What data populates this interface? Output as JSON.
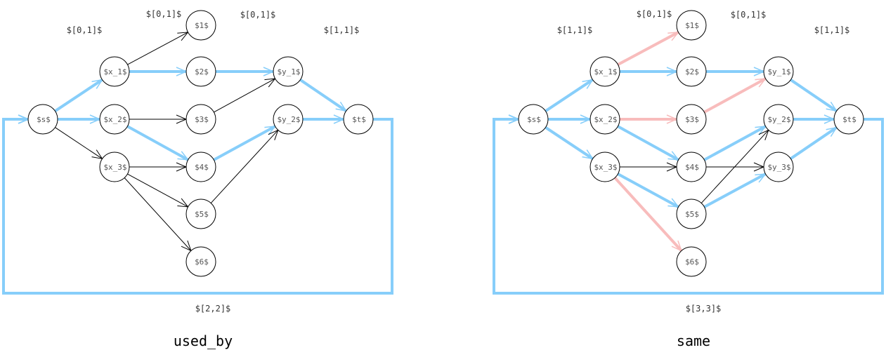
{
  "colors": {
    "flow": "#87cefa",
    "pink": "#f8bcbc",
    "plain": "#000000"
  },
  "panels": [
    {
      "caption": "used_by",
      "nodes": [
        {
          "id": "s",
          "label": "$s$"
        },
        {
          "id": "x1",
          "label": "$x_1$"
        },
        {
          "id": "x2",
          "label": "$x_2$"
        },
        {
          "id": "x3",
          "label": "$x_3$"
        },
        {
          "id": "n1",
          "label": "$1$"
        },
        {
          "id": "n2",
          "label": "$2$"
        },
        {
          "id": "n3",
          "label": "$3$"
        },
        {
          "id": "n4",
          "label": "$4$"
        },
        {
          "id": "n5",
          "label": "$5$"
        },
        {
          "id": "n6",
          "label": "$6$"
        },
        {
          "id": "y1",
          "label": "$y_1$"
        },
        {
          "id": "y2",
          "label": "$y_2$"
        },
        {
          "id": "t",
          "label": "$t$"
        }
      ],
      "edges": [
        {
          "from": "s",
          "to": "x1",
          "style": "flow"
        },
        {
          "from": "s",
          "to": "x2",
          "style": "flow"
        },
        {
          "from": "s",
          "to": "x3",
          "style": "plain"
        },
        {
          "from": "x1",
          "to": "n1",
          "style": "plain"
        },
        {
          "from": "x1",
          "to": "n2",
          "style": "flow"
        },
        {
          "from": "x2",
          "to": "n3",
          "style": "plain"
        },
        {
          "from": "x2",
          "to": "n4",
          "style": "flow"
        },
        {
          "from": "x3",
          "to": "n4",
          "style": "plain"
        },
        {
          "from": "x3",
          "to": "n5",
          "style": "plain"
        },
        {
          "from": "x3",
          "to": "n6",
          "style": "plain"
        },
        {
          "from": "n2",
          "to": "y1",
          "style": "flow"
        },
        {
          "from": "n3",
          "to": "y1",
          "style": "plain"
        },
        {
          "from": "n4",
          "to": "y2",
          "style": "flow"
        },
        {
          "from": "n5",
          "to": "y2",
          "style": "plain"
        },
        {
          "from": "y1",
          "to": "t",
          "style": "flow"
        },
        {
          "from": "y2",
          "to": "t",
          "style": "flow"
        }
      ],
      "labels": [
        {
          "id": "s_x",
          "text": "$[0,1]$"
        },
        {
          "id": "x_n",
          "text": "$[0,1]$"
        },
        {
          "id": "n_y",
          "text": "$[0,1]$"
        },
        {
          "id": "y_t",
          "text": "$[1,1]$"
        },
        {
          "id": "t_s",
          "text": "$[2,2]$"
        }
      ]
    },
    {
      "caption": "same",
      "nodes": [
        {
          "id": "s",
          "label": "$s$"
        },
        {
          "id": "x1",
          "label": "$x_1$"
        },
        {
          "id": "x2",
          "label": "$x_2$"
        },
        {
          "id": "x3",
          "label": "$x_3$"
        },
        {
          "id": "n1",
          "label": "$1$"
        },
        {
          "id": "n2",
          "label": "$2$"
        },
        {
          "id": "n3",
          "label": "$3$"
        },
        {
          "id": "n4",
          "label": "$4$"
        },
        {
          "id": "n5",
          "label": "$5$"
        },
        {
          "id": "n6",
          "label": "$6$"
        },
        {
          "id": "y1",
          "label": "$y_1$"
        },
        {
          "id": "y2",
          "label": "$y_2$"
        },
        {
          "id": "y3",
          "label": "$y_3$"
        },
        {
          "id": "t",
          "label": "$t$"
        }
      ],
      "edges": [
        {
          "from": "s",
          "to": "x1",
          "style": "flow"
        },
        {
          "from": "s",
          "to": "x2",
          "style": "flow"
        },
        {
          "from": "s",
          "to": "x3",
          "style": "flow"
        },
        {
          "from": "x1",
          "to": "n1",
          "style": "pink"
        },
        {
          "from": "x1",
          "to": "n2",
          "style": "flow"
        },
        {
          "from": "x2",
          "to": "n3",
          "style": "pink"
        },
        {
          "from": "x2",
          "to": "n4",
          "style": "flow"
        },
        {
          "from": "x3",
          "to": "n4",
          "style": "plain"
        },
        {
          "from": "x3",
          "to": "n5",
          "style": "flow"
        },
        {
          "from": "x3",
          "to": "n6",
          "style": "pink"
        },
        {
          "from": "n2",
          "to": "y1",
          "style": "flow"
        },
        {
          "from": "n3",
          "to": "y1",
          "style": "pink"
        },
        {
          "from": "n4",
          "to": "y2",
          "style": "flow"
        },
        {
          "from": "n4",
          "to": "y3",
          "style": "plain"
        },
        {
          "from": "n5",
          "to": "y2",
          "style": "plain"
        },
        {
          "from": "n5",
          "to": "y3",
          "style": "flow"
        },
        {
          "from": "y1",
          "to": "t",
          "style": "flow"
        },
        {
          "from": "y2",
          "to": "t",
          "style": "flow"
        },
        {
          "from": "y3",
          "to": "t",
          "style": "flow"
        }
      ],
      "labels": [
        {
          "id": "s_x",
          "text": "$[1,1]$"
        },
        {
          "id": "x_n",
          "text": "$[0,1]$"
        },
        {
          "id": "n_y",
          "text": "$[0,1]$"
        },
        {
          "id": "y_t",
          "text": "$[1,1]$"
        },
        {
          "id": "t_s",
          "text": "$[3,3]$"
        }
      ]
    }
  ]
}
